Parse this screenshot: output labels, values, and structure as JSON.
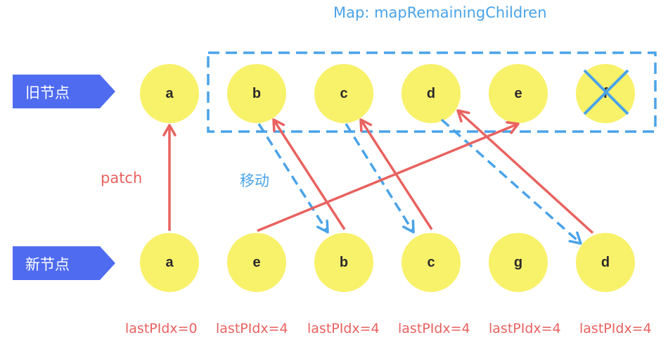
{
  "map_label": "Map: mapRemainingChildren",
  "old_row_label": "旧节点",
  "new_row_label": "新节点",
  "patch_label": "patch",
  "move_label": "移动",
  "old_nodes": [
    "a",
    "b",
    "c",
    "d",
    "e",
    "f"
  ],
  "new_nodes": [
    "a",
    "e",
    "b",
    "c",
    "g",
    "d"
  ],
  "last_placed_index": [
    "lastPIdx=0",
    "lastPIdx=4",
    "lastPIdx=4",
    "lastPIdx=4",
    "lastPIdx=4",
    "lastPIdx=4"
  ],
  "colors": {
    "node": "#f8f16a",
    "tag": "#4f6cf0",
    "red": "#e8625f",
    "blue": "#4aa3e8"
  }
}
